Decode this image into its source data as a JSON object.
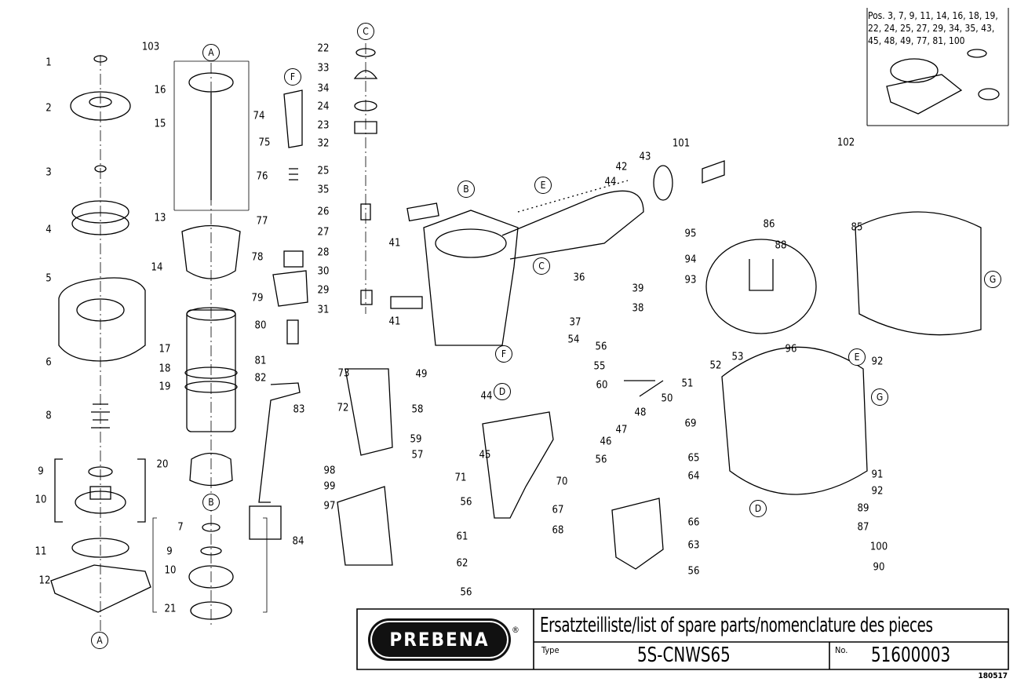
{
  "note": {
    "text": "Pos. 3, 7, 9, 11, 14, 16, 18, 19, 22, 24, 25, 27, 29, 34, 35, 43, 45, 48, 49, 77, 81, 100"
  },
  "title_block": {
    "brand": "PREBENA",
    "registered": "®",
    "title": "Ersatzteilliste/list of spare parts/nomenclature des pieces",
    "type_label": "Type",
    "type_value": "5S-CNWS65",
    "no_label": "No.",
    "no_value": "51600003",
    "doc_code": "180517"
  },
  "callouts": [
    "1",
    "2",
    "3",
    "4",
    "5",
    "6",
    "8",
    "9",
    "10",
    "11",
    "12",
    "103",
    "16",
    "15",
    "13",
    "14",
    "17",
    "18",
    "19",
    "20",
    "7",
    "9",
    "10",
    "21",
    "74",
    "75",
    "76",
    "77",
    "78",
    "79",
    "80",
    "81",
    "82",
    "83",
    "84",
    "22",
    "33",
    "34",
    "24",
    "23",
    "32",
    "25",
    "35",
    "26",
    "27",
    "28",
    "30",
    "29",
    "31",
    "41",
    "41",
    "44",
    "42",
    "43",
    "101",
    "95",
    "94",
    "93",
    "36",
    "37",
    "39",
    "38",
    "49",
    "73",
    "72",
    "58",
    "59",
    "57",
    "45",
    "44",
    "71",
    "56",
    "70",
    "54",
    "56",
    "55",
    "60",
    "47",
    "46",
    "56",
    "48",
    "50",
    "51",
    "52",
    "53",
    "86",
    "88",
    "96",
    "92",
    "91",
    "92",
    "89",
    "87",
    "100",
    "90",
    "85",
    "102",
    "69",
    "65",
    "64",
    "66",
    "63",
    "56",
    "67",
    "68",
    "61",
    "62",
    "56",
    "98",
    "99",
    "97"
  ],
  "reference_letters": [
    "A",
    "C",
    "F",
    "B",
    "E",
    "C",
    "F",
    "D",
    "E",
    "G",
    "G",
    "D",
    "B",
    "A"
  ]
}
